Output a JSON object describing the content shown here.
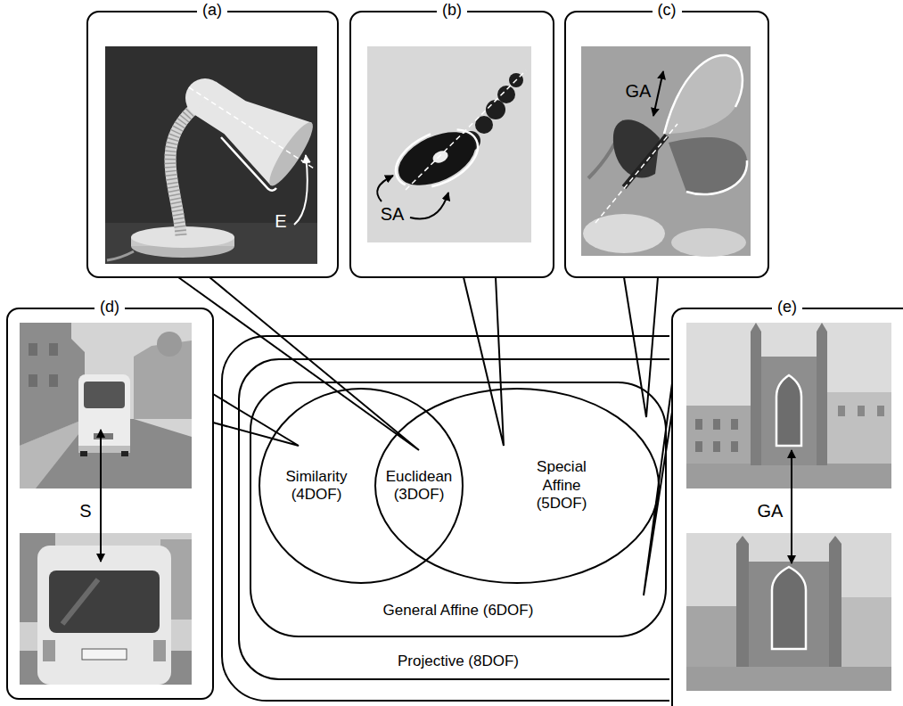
{
  "diagram": {
    "nodes": [
      {
        "text": [
          "(a)",
          "E"
        ]
      },
      {
        "text": [
          "(b)",
          "SA"
        ]
      },
      {
        "text": [
          "(c)",
          "GA"
        ]
      },
      {
        "text": [
          "(d)",
          "S"
        ]
      },
      {
        "text": [
          "Projective (8DOF)"
        ]
      },
      {
        "text": [
          "General Affine (6DOF)"
        ],
        "in": 4
      },
      {
        "text": [
          "Similarity (4DOF)"
        ],
        "in": 5
      },
      {
        "text": [
          "Euclidean (3DOF)"
        ],
        "in": 6
      },
      {
        "text": [
          "Special Affine (5DOF)"
        ],
        "in": 5
      },
      {
        "text": [
          "(e)",
          "GA"
        ]
      }
    ],
    "edges": [
      {
        "from": 0,
        "to": 7,
        "arrow": "none"
      },
      {
        "from": 1,
        "to": 8,
        "arrow": "none"
      },
      {
        "from": 2,
        "to": 5,
        "arrow": "none"
      },
      {
        "from": 3,
        "to": 6,
        "arrow": "none"
      },
      {
        "from": 9,
        "to": 5,
        "arrow": "none"
      }
    ]
  }
}
